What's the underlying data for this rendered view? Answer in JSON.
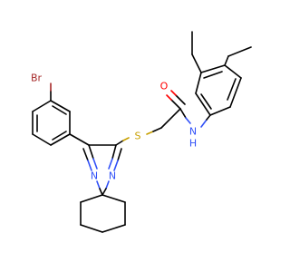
{
  "molecule": {
    "atoms": {
      "bromine": "Br",
      "sulfur": "S",
      "oxygen": "O",
      "amide_nitrogen": "N",
      "amide_hydrogen": "H",
      "ring_nitrogen_left": "N",
      "ring_nitrogen_right": "N"
    },
    "colors": {
      "bond": "#000000",
      "bromine": "#a62929",
      "sulfur": "#c8a000",
      "oxygen": "#ff0000",
      "nitrogen": "#3050f8",
      "background": "#ffffff"
    }
  }
}
